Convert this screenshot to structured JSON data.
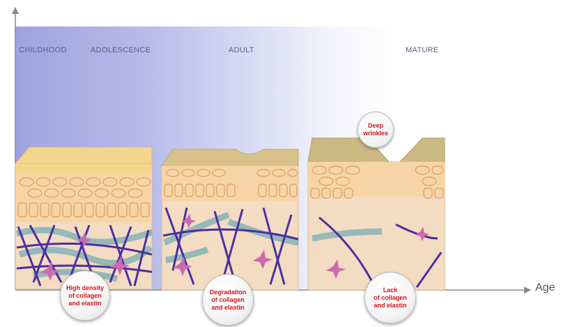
{
  "stages": {
    "childhood": "CHILDHOOD",
    "adolescence": "ADOLESCENCE",
    "adult": "ADULT",
    "mature": "MATURE"
  },
  "axis": {
    "x_label": "Age"
  },
  "bubbles": {
    "high_density": "High density\nof collagen\nand elastin",
    "degradation": "Degradation\nof collagen\nand elastin",
    "lack": "Lack\nof collagen\nand elastin",
    "deep_wrinkles": "Deep\nwrinkles"
  },
  "colors": {
    "dermis": "#f3dcc1",
    "epidermis_top": "#f4d58c",
    "cells": "#f1c68f",
    "collagen": "#4b2fa0",
    "elastin": "#7fb0b8",
    "fibroblast": "#cc6ab0",
    "label_red": "#d4121a"
  }
}
